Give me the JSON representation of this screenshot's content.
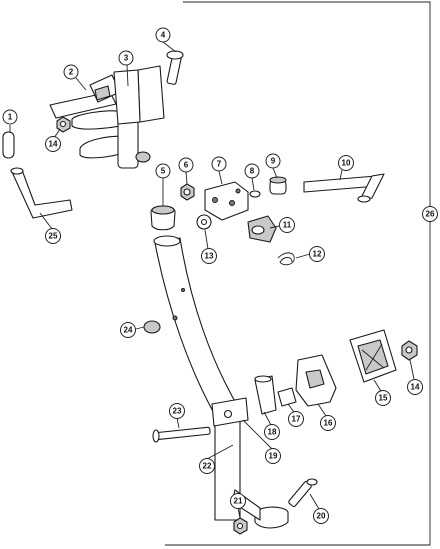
{
  "callouts": [
    {
      "label": "1"
    },
    {
      "label": "2"
    },
    {
      "label": "3"
    },
    {
      "label": "4"
    },
    {
      "label": "5"
    },
    {
      "label": "6"
    },
    {
      "label": "7"
    },
    {
      "label": "8"
    },
    {
      "label": "9"
    },
    {
      "label": "10"
    },
    {
      "label": "11"
    },
    {
      "label": "12"
    },
    {
      "label": "13"
    },
    {
      "label": "14"
    },
    {
      "label": "14"
    },
    {
      "label": "15"
    },
    {
      "label": "16"
    },
    {
      "label": "17"
    },
    {
      "label": "18"
    },
    {
      "label": "19"
    },
    {
      "label": "20"
    },
    {
      "label": "21"
    },
    {
      "label": "22"
    },
    {
      "label": "23"
    },
    {
      "label": "24"
    },
    {
      "label": "25"
    },
    {
      "label": "26"
    }
  ]
}
